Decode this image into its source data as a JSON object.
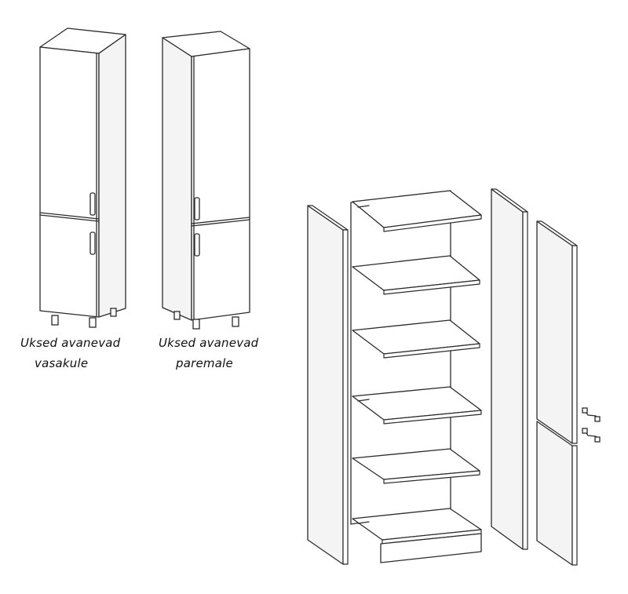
{
  "captions": {
    "left_line1": "Uksed avanevad",
    "left_line2": "vasakule",
    "right_line1": "Uksed avanevad",
    "right_line2": "paremale"
  },
  "colors": {
    "line": "#2b2b2b",
    "panel": "#ffffff",
    "background": "#ffffff"
  }
}
